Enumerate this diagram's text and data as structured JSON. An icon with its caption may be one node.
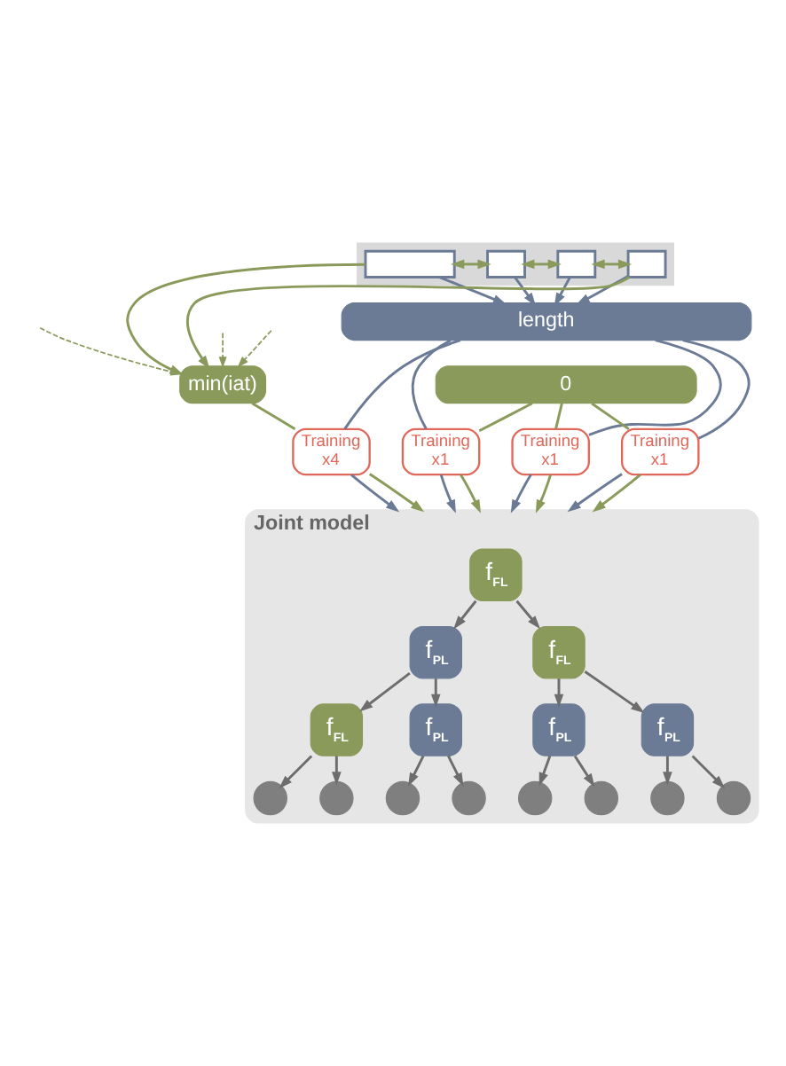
{
  "diagram": {
    "nodes": [
      {
        "text": [],
        "shape": "arrow"
      },
      {
        "text": [],
        "shape": "box",
        "in": 0
      },
      {
        "text": [],
        "shape": "box",
        "in": 0
      },
      {
        "text": [],
        "shape": "box",
        "in": 0
      },
      {
        "text": [],
        "shape": "box",
        "in": 0
      },
      {
        "text": [
          "length"
        ]
      },
      {
        "text": [
          "min(iat)"
        ]
      },
      {
        "text": [
          "0"
        ]
      },
      {
        "text": [
          "Training",
          "x4"
        ]
      },
      {
        "text": [
          "Training",
          "x1"
        ]
      },
      {
        "text": [
          "Training",
          "x1"
        ]
      },
      {
        "text": [
          "Training",
          "x1"
        ]
      },
      {
        "text": [
          "Joint model"
        ]
      },
      {
        "text": [
          "f$_{FL}$"
        ],
        "in": 12
      },
      {
        "text": [
          "f$_{PL}$"
        ],
        "in": 12
      },
      {
        "text": [
          "f$_{FL}$"
        ],
        "in": 12
      },
      {
        "text": [
          "f$_{FL}$"
        ],
        "in": 12
      },
      {
        "text": [
          "f$_{PL}$"
        ],
        "in": 12
      },
      {
        "text": [
          "f$_{PL}$"
        ],
        "in": 12
      },
      {
        "text": [
          "f$_{PL}$"
        ],
        "in": 12
      },
      {
        "text": [],
        "shape": "circle",
        "in": 12
      },
      {
        "text": [],
        "shape": "circle",
        "in": 12
      },
      {
        "text": [],
        "shape": "circle",
        "in": 12
      },
      {
        "text": [],
        "shape": "circle",
        "in": 12
      },
      {
        "text": [],
        "shape": "circle",
        "in": 12
      },
      {
        "text": [],
        "shape": "circle",
        "in": 12
      },
      {
        "text": [],
        "shape": "circle",
        "in": 12
      },
      {
        "text": [],
        "shape": "circle",
        "in": 12
      }
    ],
    "edges": [
      {
        "from": 1,
        "to": 2,
        "arrow": "both"
      },
      {
        "from": 2,
        "to": 3,
        "arrow": "both"
      },
      {
        "from": 3,
        "to": 4,
        "arrow": "both"
      },
      {
        "from": null,
        "to": 6,
        "arrow": "to",
        "style": "dashed"
      },
      {
        "from": null,
        "to": 6,
        "arrow": "to",
        "style": "dashed"
      },
      {
        "from": null,
        "to": 6,
        "arrow": "to",
        "style": "dashed"
      },
      {
        "from": 1,
        "to": 6,
        "arrow": "to"
      },
      {
        "from": 4,
        "to": 6,
        "arrow": "to"
      },
      {
        "from": 1,
        "to": 5,
        "arrow": "to",
        "color": "#6b7b96"
      },
      {
        "from": 2,
        "to": 5,
        "arrow": "to",
        "color": "#6b7b96"
      },
      {
        "from": 3,
        "to": 5,
        "arrow": "to",
        "color": "#6b7b96"
      },
      {
        "from": 4,
        "to": 5,
        "arrow": "to",
        "color": "#6b7b96"
      },
      {
        "from": 5,
        "to": 8,
        "arrow": "none",
        "color": "#6b7b96"
      },
      {
        "from": 5,
        "to": 9,
        "arrow": "none",
        "color": "#6b7b96"
      },
      {
        "from": 5,
        "to": 10,
        "arrow": "none",
        "color": "#6b7b96"
      },
      {
        "from": 5,
        "to": 11,
        "arrow": "none",
        "color": "#6b7b96"
      },
      {
        "from": 6,
        "to": 8,
        "arrow": "none"
      },
      {
        "from": 7,
        "to": 9,
        "arrow": "none"
      },
      {
        "from": 7,
        "to": 10,
        "arrow": "none"
      },
      {
        "from": 7,
        "to": 11,
        "arrow": "none"
      },
      {
        "from": 8,
        "to": 12,
        "arrow": "to",
        "color": "#6b7b96"
      },
      {
        "from": 8,
        "to": 12,
        "arrow": "to"
      },
      {
        "from": 9,
        "to": 12,
        "arrow": "to",
        "color": "#6b7b96"
      },
      {
        "from": 9,
        "to": 12,
        "arrow": "to"
      },
      {
        "from": 10,
        "to": 12,
        "arrow": "to",
        "color": "#6b7b96"
      },
      {
        "from": 10,
        "to": 12,
        "arrow": "to"
      },
      {
        "from": 11,
        "to": 12,
        "arrow": "to",
        "color": "#6b7b96"
      },
      {
        "from": 11,
        "to": 12,
        "arrow": "to"
      },
      {
        "from": 13,
        "to": 14,
        "arrow": "to",
        "color": "#6d6d6d"
      },
      {
        "from": 13,
        "to": 15,
        "arrow": "to",
        "color": "#6d6d6d"
      },
      {
        "from": 14,
        "to": 16,
        "arrow": "to",
        "color": "#6d6d6d"
      },
      {
        "from": 14,
        "to": 17,
        "arrow": "to",
        "color": "#6d6d6d"
      },
      {
        "from": 15,
        "to": 18,
        "arrow": "to",
        "color": "#6d6d6d"
      },
      {
        "from": 15,
        "to": 19,
        "arrow": "to",
        "color": "#6d6d6d"
      },
      {
        "from": 16,
        "to": 20,
        "arrow": "to",
        "color": "#6d6d6d"
      },
      {
        "from": 16,
        "to": 21,
        "arrow": "to",
        "color": "#6d6d6d"
      },
      {
        "from": 17,
        "to": 22,
        "arrow": "to",
        "color": "#6d6d6d"
      },
      {
        "from": 17,
        "to": 23,
        "arrow": "to",
        "color": "#6d6d6d"
      },
      {
        "from": 18,
        "to": 24,
        "arrow": "to",
        "color": "#6d6d6d"
      },
      {
        "from": 18,
        "to": 25,
        "arrow": "to",
        "color": "#6d6d6d"
      },
      {
        "from": 19,
        "to": 26,
        "arrow": "to",
        "color": "#6d6d6d"
      },
      {
        "from": 19,
        "to": 27,
        "arrow": "to",
        "color": "#6d6d6d"
      }
    ]
  }
}
